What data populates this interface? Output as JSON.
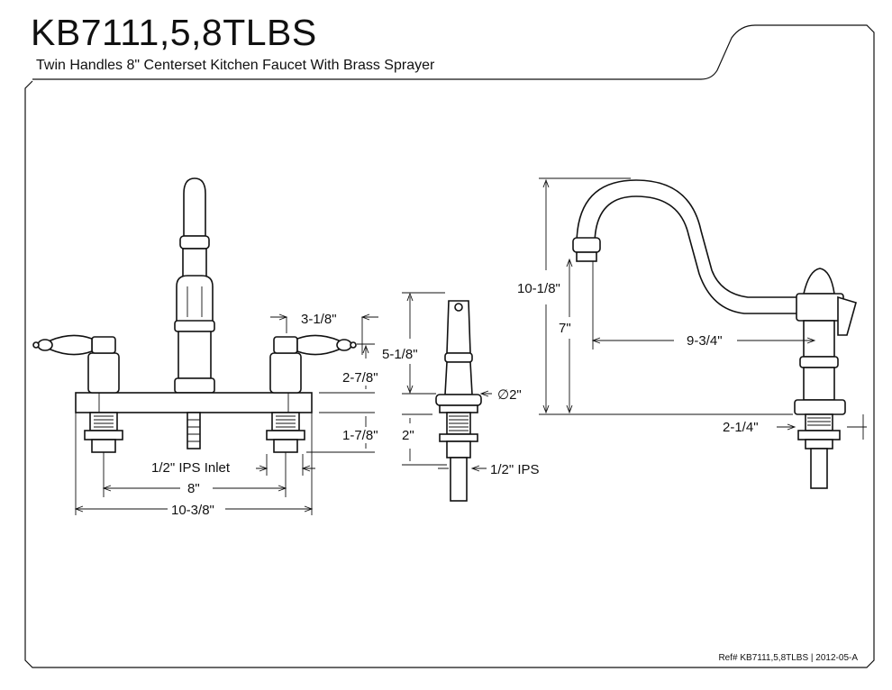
{
  "header": {
    "model": "KB7111,5,8TLBS",
    "description": "Twin Handles 8\" Centerset Kitchen Faucet With Brass Sprayer"
  },
  "footer": {
    "ref": "Ref# KB7111,5,8TLBS | 2012-05-A"
  },
  "dimensions": {
    "handle_width": "3-1/8\"",
    "handle_height": "2-7/8\"",
    "base_height": "1-7/8\"",
    "inlet": "1/2\" IPS Inlet",
    "centerset": "8\"",
    "overall_width": "10-3/8\"",
    "sprayer_height": "5-1/8\"",
    "sprayer_shank": "2\"",
    "sprayer_diameter": "∅2\"",
    "sprayer_ips": "1/2\" IPS",
    "spout_height": "10-1/8\"",
    "spout_clearance": "7\"",
    "spout_reach": "9-3/4\"",
    "deck_thickness": "2-1/4\""
  }
}
